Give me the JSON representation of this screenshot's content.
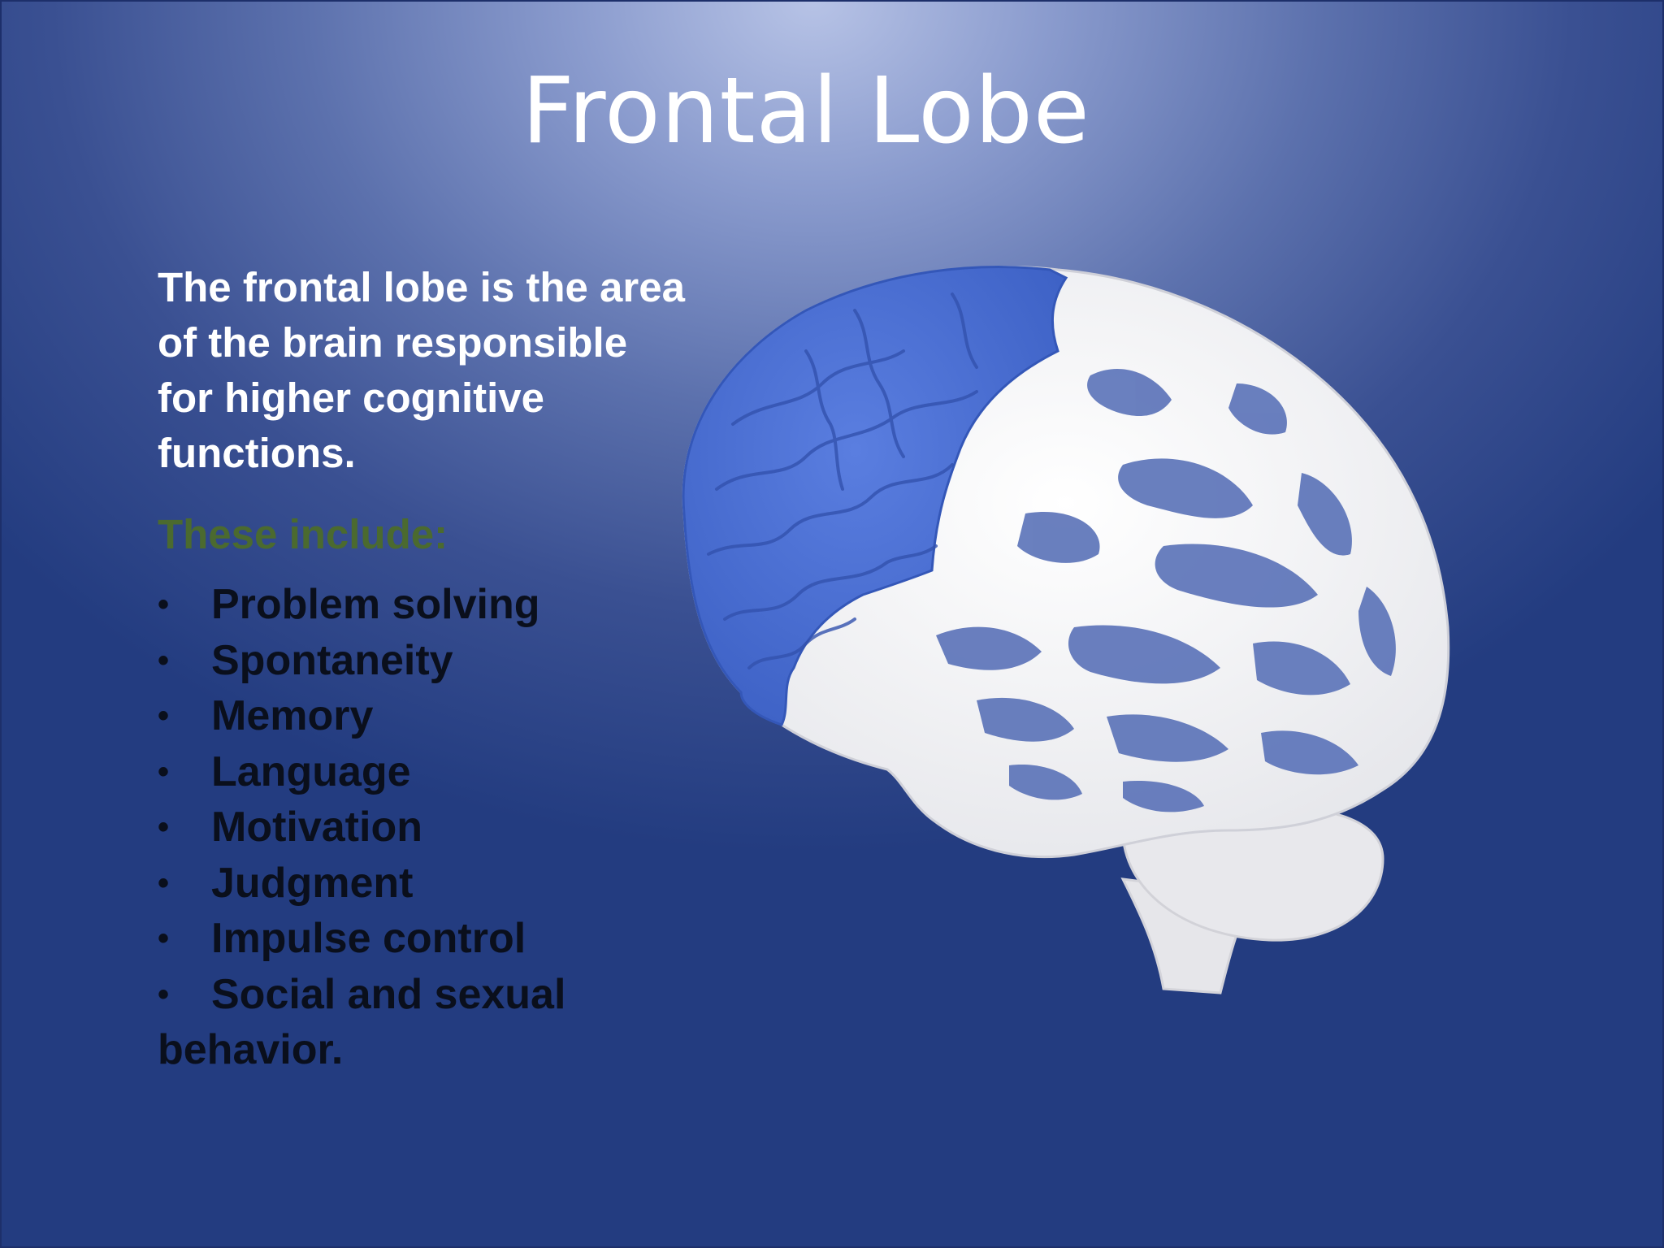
{
  "slide": {
    "title": "Frontal Lobe",
    "intro": "The frontal lobe is the area of the brain responsible for higher cognitive functions.",
    "subheading": "These include:",
    "functions": [
      "Problem solving",
      "Spontaneity",
      "Memory",
      "Language",
      "Motivation",
      "Judgment",
      "Impulse control",
      "Social and sexual behavior."
    ],
    "bullet_glyph": "•"
  },
  "colors": {
    "background_light": "#b7c3e6",
    "background_dark": "#233c80",
    "title_text": "#ffffff",
    "intro_text": "#ffffff",
    "subheading_text": "#4b6a2f",
    "list_text": "#0a0f1c",
    "frontal_lobe_highlight": "#4a6fd4",
    "brain_base": "#f2f2f4"
  },
  "image": {
    "icon": "brain-lateral-view-icon"
  }
}
